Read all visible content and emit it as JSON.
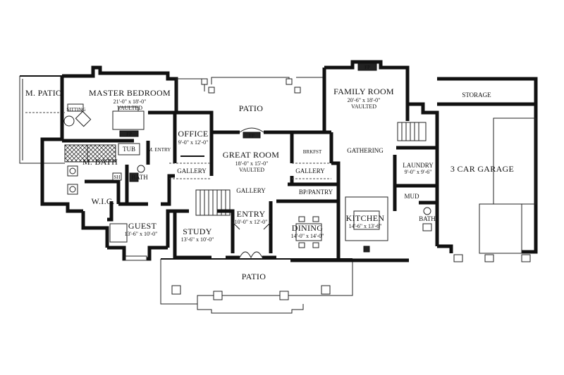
{
  "rooms": {
    "m_patio": {
      "name": "M. PATIO"
    },
    "master_bedroom": {
      "name": "MASTER BEDROOM",
      "dims": "21'-0\" x 18'-0\"",
      "note": "VAULTED"
    },
    "sitting": {
      "name": "SITTING"
    },
    "tub": {
      "name": "TUB"
    },
    "m_entry": {
      "name": "M. ENTRY"
    },
    "m_bath": {
      "name": "M. BATH"
    },
    "bath_left": {
      "name": "BATH"
    },
    "wic": {
      "name": "W.I.C."
    },
    "guest": {
      "name": "GUEST",
      "dims": "13'-6\" x 10'-0\""
    },
    "office": {
      "name": "OFFICE",
      "dims": "9'-0\" x 12'-0\""
    },
    "patio_rear": {
      "name": "PATIO"
    },
    "great_room": {
      "name": "GREAT ROOM",
      "dims": "18'-0\" x 15'-0\"",
      "note": "VAULTED"
    },
    "gallery_left": {
      "name": "GALLERY"
    },
    "gallery_center": {
      "name": "GALLERY"
    },
    "gallery_right": {
      "name": "GALLERY"
    },
    "entry": {
      "name": "ENTRY",
      "dims": "10'-0\" x 12'-0\""
    },
    "study": {
      "name": "STUDY",
      "dims": "13'-6\" x 10'-0\""
    },
    "dining": {
      "name": "DINING",
      "dims": "14'-0\" x 14'-0\""
    },
    "patio_front": {
      "name": "PATIO"
    },
    "family_room": {
      "name": "FAMILY ROOM",
      "dims": "20'-6\" x 18'-0\"",
      "note": "VAULTED"
    },
    "brkfst": {
      "name": "BRKFST"
    },
    "gathering": {
      "name": "GATHERING"
    },
    "bp_pantry": {
      "name": "BP/PANTRY"
    },
    "kitchen": {
      "name": "KITCHEN",
      "dims": "14'-6\" x 13'-6\""
    },
    "laundry": {
      "name": "LAUNDRY",
      "dims": "9'-0\" x 9'-6\""
    },
    "mud": {
      "name": "MUD"
    },
    "bath_right": {
      "name": "BATH"
    },
    "storage": {
      "name": "STORAGE"
    },
    "garage": {
      "name": "3 CAR GARAGE"
    }
  },
  "fixtures": {
    "fireplace_family": "FP",
    "fireplace_great": "FP",
    "fireplace_master": "FP",
    "fixture_sh": "SH"
  }
}
